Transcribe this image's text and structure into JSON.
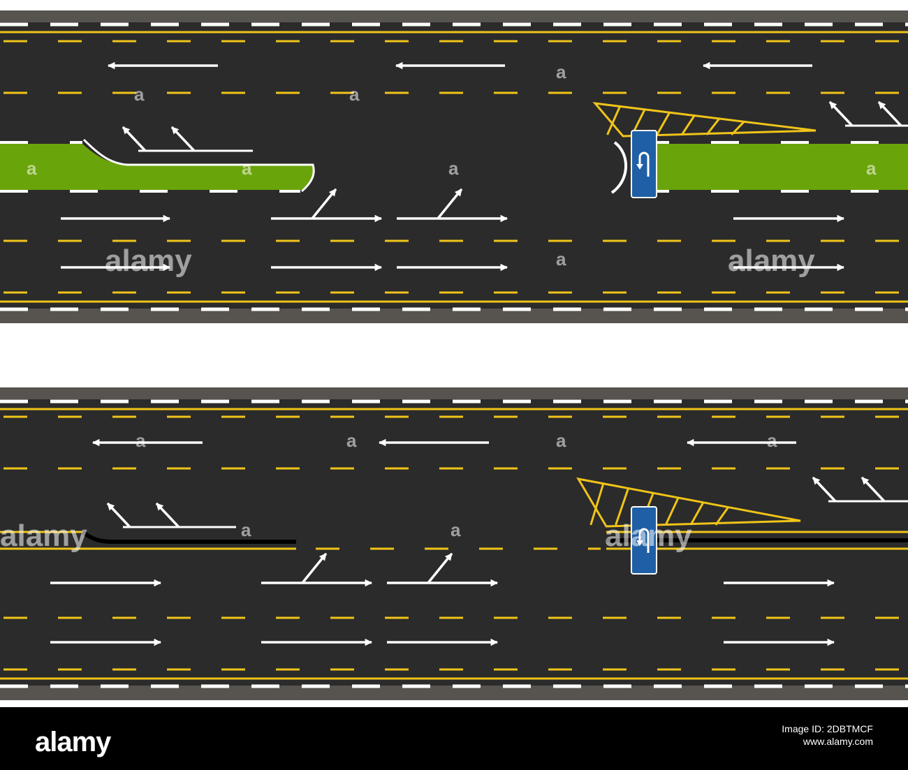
{
  "colors": {
    "asphalt": "#2b2b2b",
    "shoulder": "#57534e",
    "yellow_marking": "#f0c419",
    "white_marking": "#ffffff",
    "median_grass": "#6aa40b",
    "sign_blue": "#1f5fa6"
  },
  "panels": [
    {
      "name": "top-road-panel",
      "median": "green-grass",
      "sign": {
        "icon": "u-turn-icon",
        "label": "U-turn sign"
      }
    },
    {
      "name": "bottom-road-panel",
      "median": "double-yellow-line",
      "sign": {
        "icon": "u-turn-icon",
        "label": "U-turn sign"
      }
    }
  ],
  "watermark": {
    "text": "alamy",
    "small_glyph": "a"
  },
  "footer": {
    "logo": "alamy",
    "image_id": "Image ID: 2DBTMCF",
    "site": "www.alamy.com"
  }
}
